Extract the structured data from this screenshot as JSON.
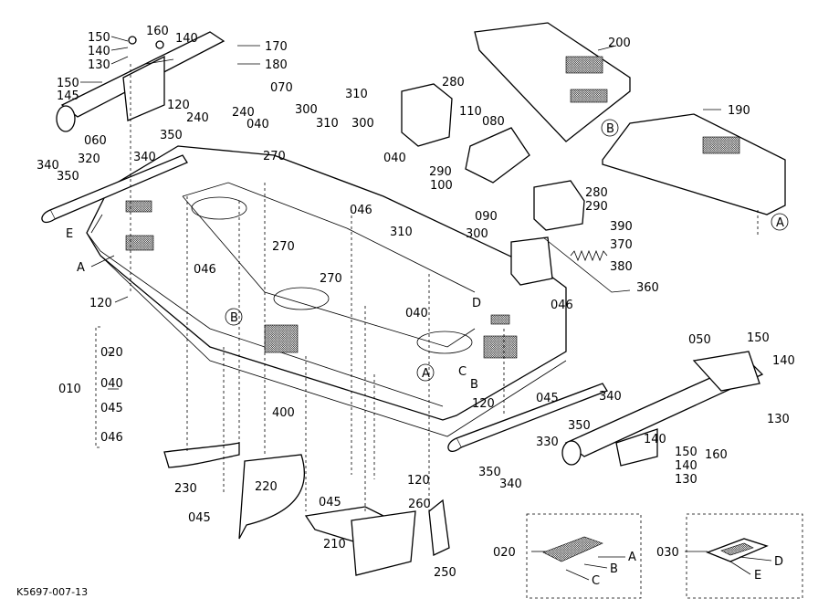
{
  "drawing_id": "K5697-007-13",
  "labels": {
    "l150a": "150",
    "l140a": "140",
    "l130a": "130",
    "l160a": "160",
    "l140b": "140",
    "l170": "170",
    "l180": "180",
    "l150b": "150",
    "l145": "145",
    "l120a": "120",
    "l060": "060",
    "l240a": "240",
    "l240b": "240",
    "l040a": "040",
    "l070": "070",
    "l300a": "300",
    "l310a": "310",
    "l310b": "310",
    "l300b": "300",
    "l280a": "280",
    "l110": "110",
    "l080": "080",
    "l200": "200",
    "l190": "190",
    "l350a": "350",
    "l340a": "340",
    "l320": "320",
    "l340b": "340",
    "l350b": "350",
    "l270a": "270",
    "l040b": "040",
    "l290a": "290",
    "l100": "100",
    "l046a": "046",
    "l090": "090",
    "l280b": "280",
    "l290b": "290",
    "l310c": "310",
    "l300c": "300",
    "l390": "390",
    "l370": "370",
    "l380": "380",
    "l360": "360",
    "l270b": "270",
    "l270c": "270",
    "l046b": "046",
    "l040c": "040",
    "l046c": "046",
    "l120b": "120",
    "lE1": "E",
    "lA1": "A",
    "lD1": "D",
    "lC1": "C",
    "lB1": "B",
    "l050": "050",
    "l150c": "150",
    "l140c": "140",
    "l130b": "130",
    "l010": "010",
    "l020": "020",
    "l040d": "040",
    "l045a": "045",
    "l046d": "046",
    "l400": "400",
    "l120c": "120",
    "l045b": "045",
    "l340c": "340",
    "l350c": "350",
    "l330": "330",
    "l140d": "140",
    "l150d": "150",
    "l160b": "160",
    "l140e": "140",
    "l130c": "130",
    "l350d": "350",
    "l340d": "340",
    "l230": "230",
    "l220": "220",
    "l045c": "045",
    "l120d": "120",
    "l045d": "045",
    "l210": "210",
    "l260": "260",
    "l250": "250",
    "l020b": "020",
    "l030": "030",
    "lA2": "A",
    "lB2": "B",
    "lC2": "C",
    "lD2": "D",
    "lE2": "E"
  },
  "circled": {
    "cB1": "B",
    "cA1": "A",
    "cB2": "B",
    "cA2": "A"
  }
}
